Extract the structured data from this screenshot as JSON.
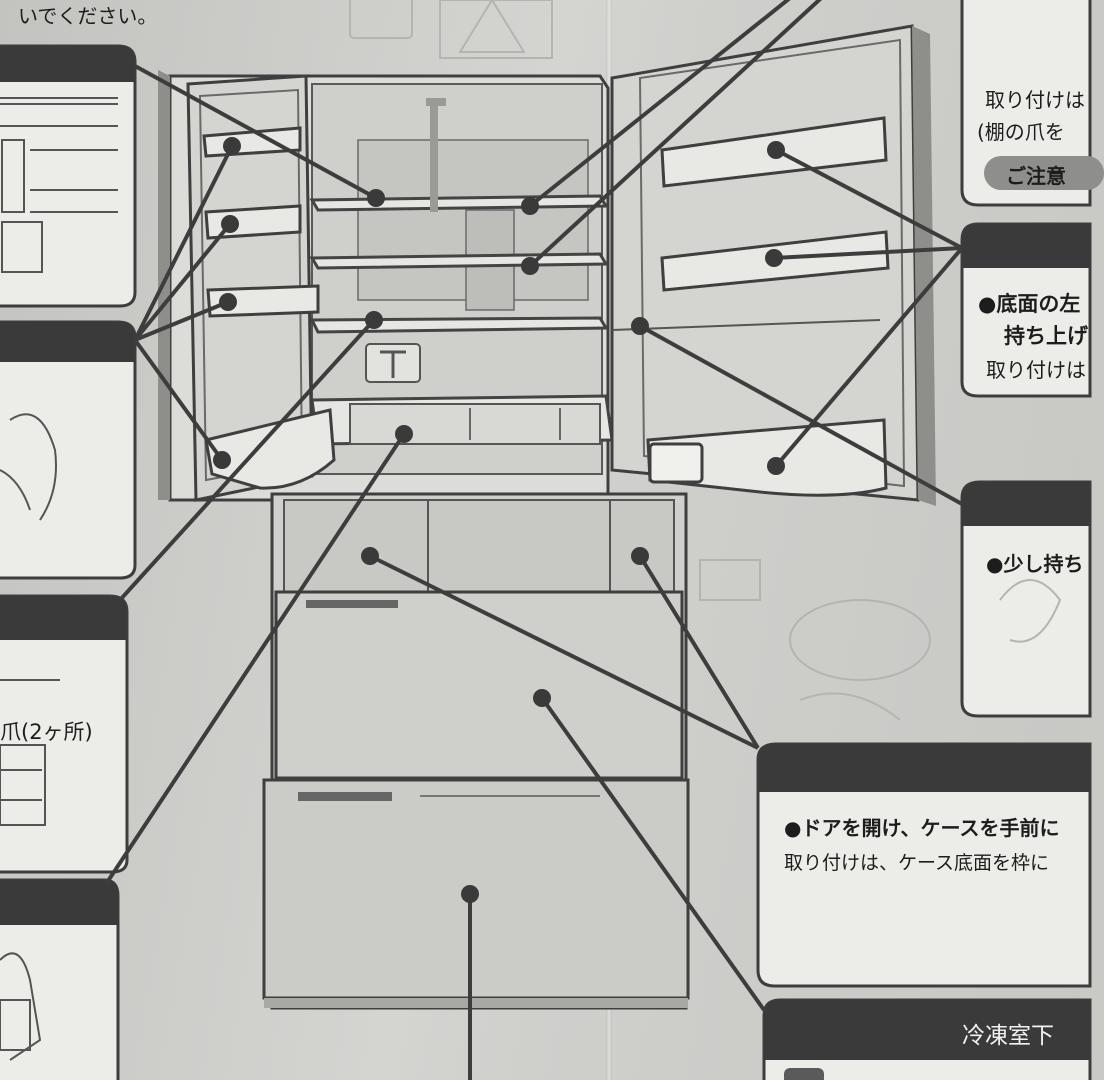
{
  "page": {
    "top_left_text_line1": "",
    "top_left_text_line2": "いでください。",
    "claw_label": "爪(2ヶ所)",
    "right_column": {
      "line_top_1": "取り付けは",
      "line_top_2": "(棚の爪を",
      "caution_pill": "ご注意",
      "line_bottom_lift_1": "●底面の左",
      "line_bottom_lift_2": "持ち上げ",
      "line_mount_1": "取り付けは",
      "line_slightly": "●少し持ち",
      "door_instruction": "●ドアを開け、ケースを手前に",
      "door_mount": "取り付けは、ケース底面を枠に",
      "freezer_header": "冷凍室下"
    }
  },
  "colors": {
    "line": "#3d3d3d",
    "header_dark": "#3a3a3a",
    "box_fill": "#f2f2ef",
    "paper": "#cfcfcc"
  }
}
